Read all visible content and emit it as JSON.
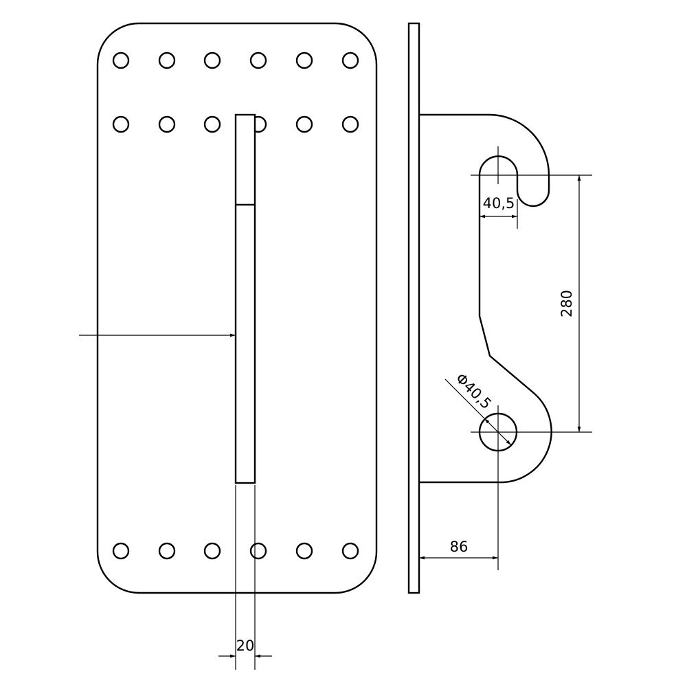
{
  "dimensions": {
    "slot_width": "20",
    "hook_slot_width": "40,5",
    "hole_spacing": "280",
    "hole_diameter": "Φ40,5",
    "offset": "86"
  },
  "colors": {
    "line": "#000000",
    "background": "#ffffff"
  }
}
